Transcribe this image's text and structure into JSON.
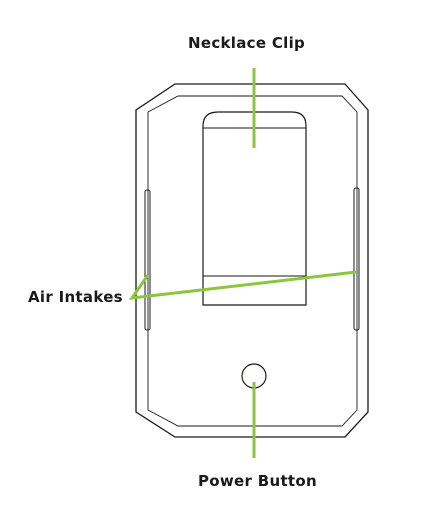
{
  "labels": {
    "necklace_clip": "Necklace Clip",
    "air_intakes": "Air Intakes",
    "power_button": "Power Button"
  },
  "colors": {
    "outline": "#1a1a1a",
    "leader_line": "#8cc63f",
    "background": "#ffffff"
  }
}
